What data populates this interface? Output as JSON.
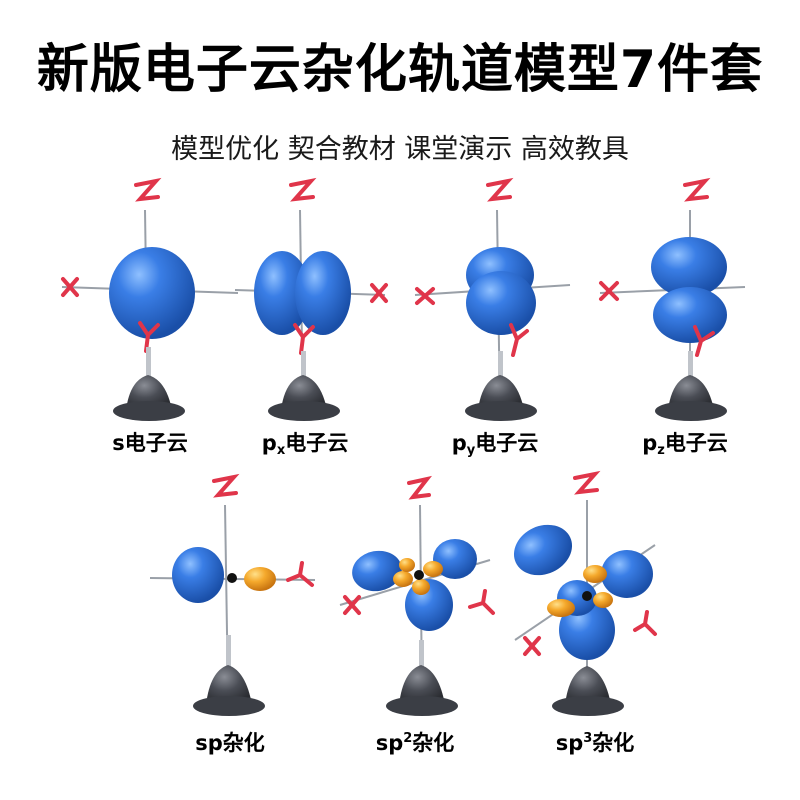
{
  "page": {
    "title": "新版电子云杂化轨道模型7件套",
    "subtitle": "模型优化 契合教材 课堂演示 高效教具"
  },
  "models": [
    {
      "label_main": "s",
      "label_sub": "",
      "label_sup": "",
      "label_tail": "电子云"
    },
    {
      "label_main": "p",
      "label_sub": "x",
      "label_sup": "",
      "label_tail": "电子云"
    },
    {
      "label_main": "p",
      "label_sub": "y",
      "label_sup": "",
      "label_tail": "电子云"
    },
    {
      "label_main": "p",
      "label_sub": "z",
      "label_sup": "",
      "label_tail": "电子云"
    },
    {
      "label_main": "sp",
      "label_sub": "",
      "label_sup": "",
      "label_tail": "杂化"
    },
    {
      "label_main": "sp",
      "label_sub": "",
      "label_sup": "2",
      "label_tail": "杂化"
    },
    {
      "label_main": "sp",
      "label_sub": "",
      "label_sup": "3",
      "label_tail": "杂化"
    }
  ],
  "axis_letters": {
    "z": "Z",
    "x": "X",
    "y": "Y"
  },
  "colors": {
    "lobe_blue": "#2f6fd8",
    "lobe_orange": "#f2a22a",
    "axis_red": "#e0354a",
    "stand_gray": "#4a4d55"
  }
}
